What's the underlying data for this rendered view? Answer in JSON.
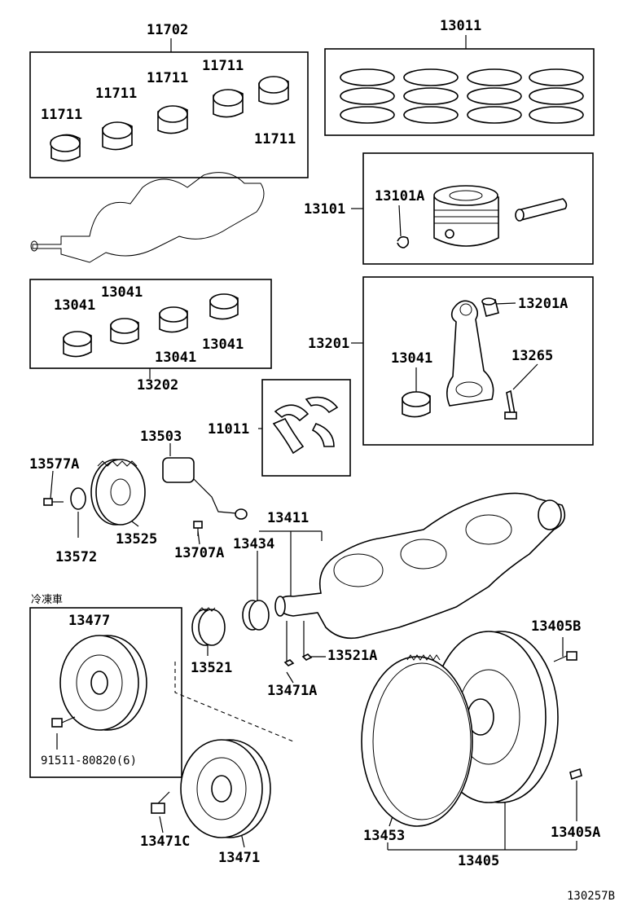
{
  "labels": {
    "p11702": "11702",
    "p13011": "13011",
    "p11711_a": "11711",
    "p11711_b": "11711",
    "p11711_c": "11711",
    "p11711_d": "11711",
    "p11711_e": "11711",
    "p13101": "13101",
    "p13101A": "13101A",
    "p13041_a": "13041",
    "p13041_b": "13041",
    "p13041_c": "13041",
    "p13041_d": "13041",
    "p13202": "13202",
    "p13201": "13201",
    "p13201A": "13201A",
    "p13041_e": "13041",
    "p13265": "13265",
    "p11011": "11011",
    "p13503": "13503",
    "p13577A": "13577A",
    "p13572": "13572",
    "p13525": "13525",
    "p13707A": "13707A",
    "p13411": "13411",
    "p13434": "13434",
    "p13477": "13477",
    "p13521": "13521",
    "p13521A": "13521A",
    "p13471A": "13471A",
    "p13405B": "13405B",
    "p91511": "91511-80820(6)",
    "p13453": "13453",
    "p13471C": "13471C",
    "p13471": "13471",
    "p13405": "13405",
    "p13405A": "13405A"
  },
  "note_reefer": "冷凍車",
  "figure_code": "130257B"
}
